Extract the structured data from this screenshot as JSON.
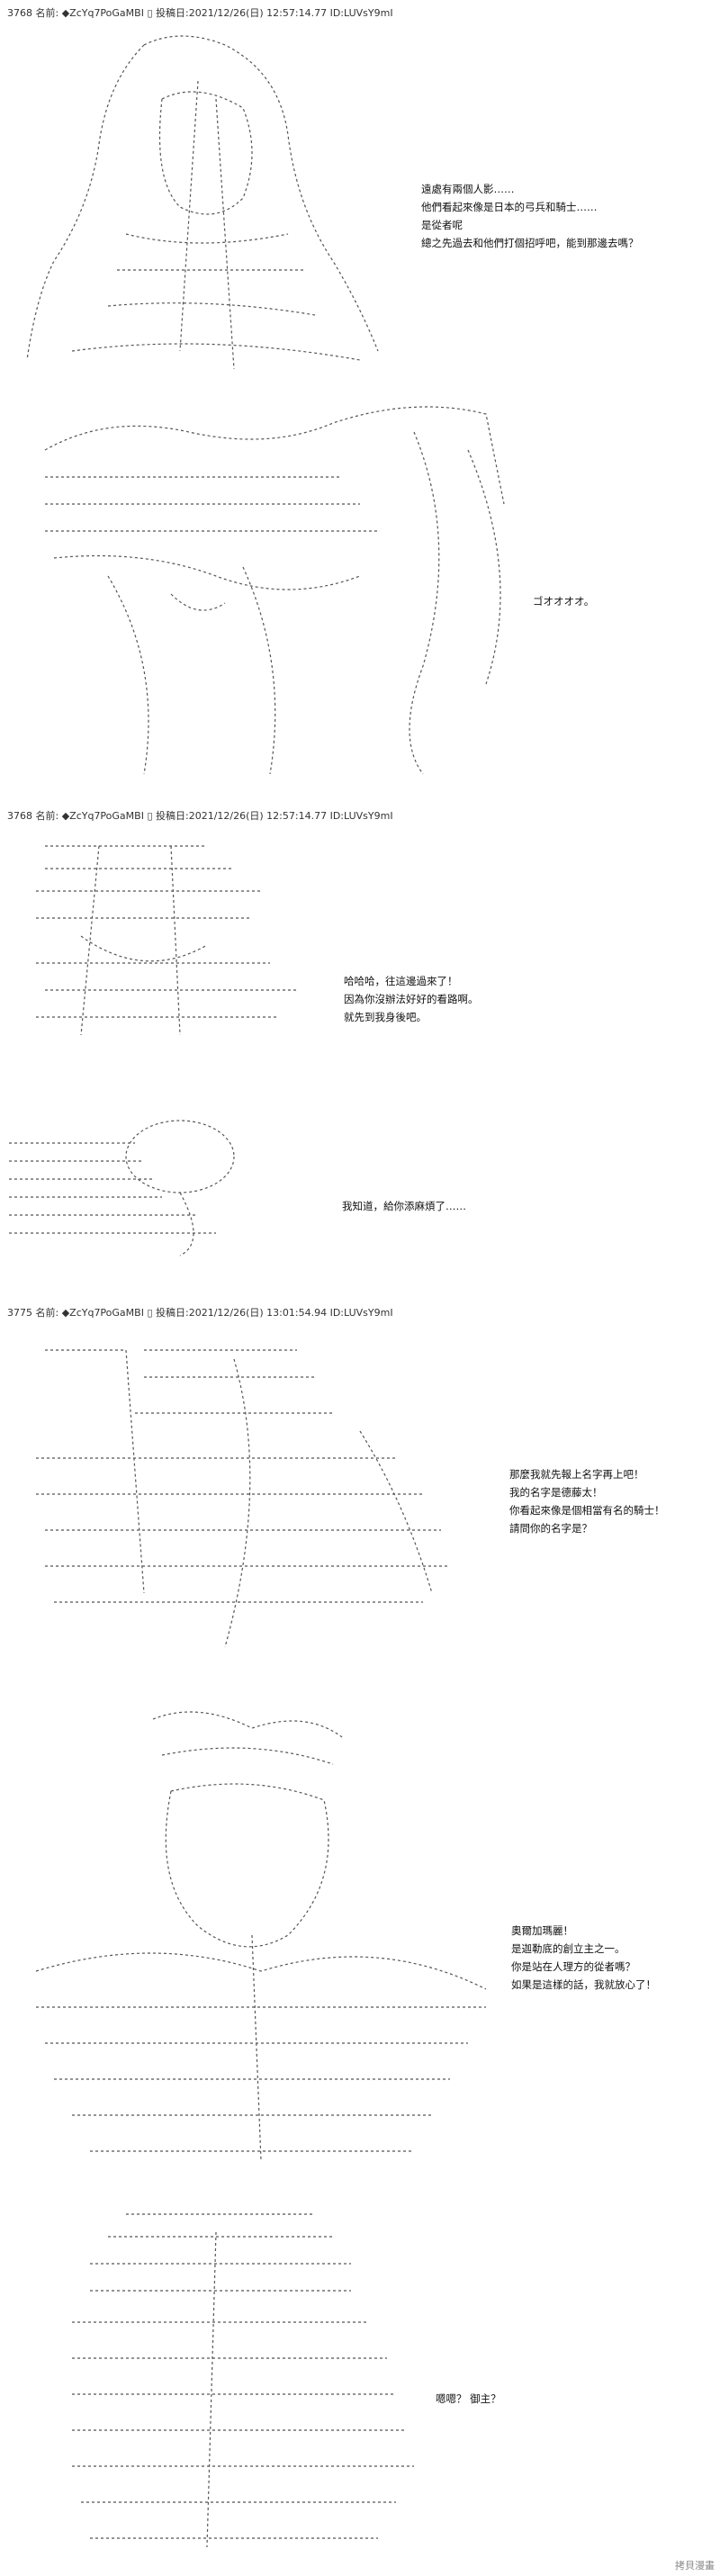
{
  "posts": [
    {
      "header": "3768 名前: ◆ZcYq7PoGaMBI ▯ 投稿日:2021/12/26(日) 12:57:14.77 ID:LUVsY9mI"
    },
    {
      "header": "3768 名前: ◆ZcYq7PoGaMBI ▯ 投稿日:2021/12/26(日) 12:57:14.77 ID:LUVsY9mI"
    },
    {
      "header": "3775 名前: ◆ZcYq7PoGaMBI ▯ 投稿日:2021/12/26(日) 13:01:54.94 ID:LUVsY9mI"
    }
  ],
  "panels": [
    {
      "lines": [
        "遠處有兩個人影……",
        "他們看起來像是日本的弓兵和騎士……",
        "是從者呢",
        "總之先過去和他們打個招呼吧，能到那邊去嗎？"
      ]
    },
    {
      "lines": [
        "ゴオオオオ。"
      ]
    },
    {
      "lines": [
        "哈哈哈，往這邊過來了！",
        "因為你沒辦法好好的看路啊。",
        "就先到我身後吧。"
      ]
    },
    {
      "lines": [
        "我知道，給你添麻煩了……"
      ]
    },
    {
      "lines": [
        "那麼我就先報上名字再上吧！",
        "我的名字是德藤太！",
        "你看起來像是個相當有名的騎士！",
        "請問你的名字是？"
      ]
    },
    {
      "lines": [
        "奧爾加瑪麗！",
        "是迦勒底的創立主之一。",
        "你是站在人理方的從者嗎？",
        "如果是這樣的話，我就放心了！"
      ]
    },
    {
      "lines": [
        "嗯嗯？ 御主？"
      ]
    }
  ],
  "watermark": "拷貝漫畫"
}
